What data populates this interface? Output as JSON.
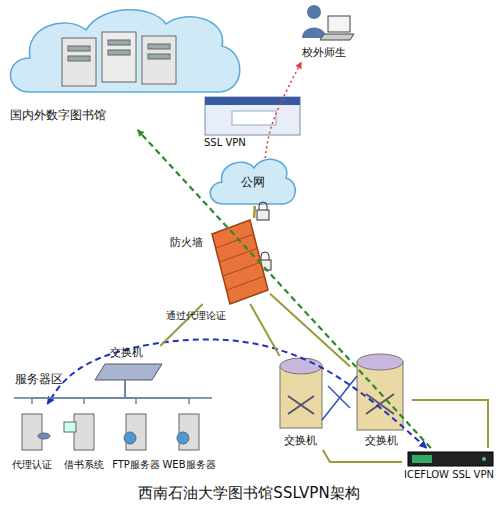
{
  "diagram": {
    "title": "西南石油大学图书馆SSLVPN架构",
    "nodes": [
      {
        "text": [
          "国内外数字图书馆"
        ]
      },
      {
        "text": [
          "校外师生"
        ]
      },
      {
        "text": [
          "SSL VPN"
        ]
      },
      {
        "text": [
          "公网"
        ]
      },
      {
        "text": [
          "防火墙"
        ]
      },
      {
        "text": [
          "服务器区"
        ]
      },
      {
        "text": [
          "交换机"
        ],
        "in": 5
      },
      {
        "text": [
          "代理认证"
        ],
        "in": 5
      },
      {
        "text": [
          "借书系统"
        ],
        "in": 5
      },
      {
        "text": [
          "FTP服务器"
        ],
        "in": 5
      },
      {
        "text": [
          "WEB服务器"
        ],
        "in": 5
      },
      {
        "text": [
          "交换机"
        ]
      },
      {
        "text": [
          "交换机"
        ]
      },
      {
        "text": [
          "ICEFLOW SSL VPN"
        ]
      }
    ],
    "edges": [
      {
        "from": 13,
        "to": 0,
        "arrow": "to"
      },
      {
        "from": 3,
        "to": 1,
        "arrow": "to"
      },
      {
        "from": 13,
        "to": 7,
        "label": "通过代理论证",
        "arrow": "both"
      },
      {
        "from": 3,
        "to": 4,
        "arrow": "none"
      },
      {
        "from": 4,
        "to": 6,
        "arrow": "none"
      },
      {
        "from": 4,
        "to": 11,
        "arrow": "none"
      },
      {
        "from": 4,
        "to": 12,
        "arrow": "none"
      },
      {
        "from": 11,
        "to": 12,
        "arrow": "none"
      },
      {
        "from": 12,
        "to": 13,
        "arrow": "none"
      },
      {
        "from": 11,
        "to": 13,
        "arrow": "none"
      },
      {
        "from": 6,
        "to": 7,
        "arrow": "none"
      },
      {
        "from": 6,
        "to": 8,
        "arrow": "none"
      },
      {
        "from": 6,
        "to": 9,
        "arrow": "none"
      },
      {
        "from": 6,
        "to": 10,
        "arrow": "none"
      }
    ]
  }
}
